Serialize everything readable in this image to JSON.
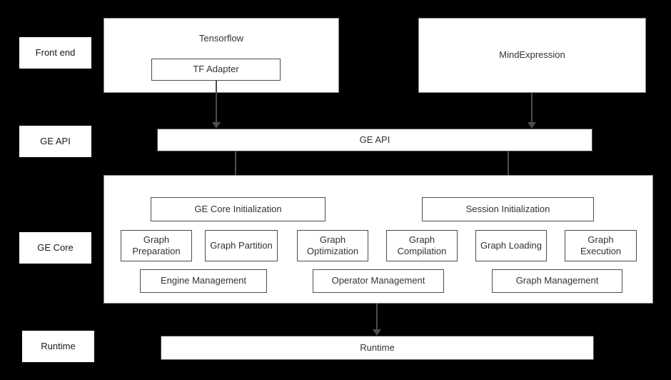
{
  "side_labels": {
    "front_end": "Front end",
    "ge_api": "GE API",
    "ge_core": "GE Core",
    "runtime": "Runtime"
  },
  "front_end": {
    "tensorflow": {
      "title": "Tensorflow",
      "adapter": "TF Adapter"
    },
    "mind_expression": {
      "title": "MindExpression"
    }
  },
  "ge_api": {
    "title": "GE API"
  },
  "ge_core": {
    "init": [
      "GE Core Initialization",
      "Session Initialization"
    ],
    "modules": [
      "Graph Preparation",
      "Graph Partition",
      "Graph Optimization",
      "Graph Compilation",
      "Graph Loading",
      "Graph Execution"
    ],
    "management": [
      "Engine Management",
      "Operator Management",
      "Graph Management"
    ]
  },
  "runtime": {
    "title": "Runtime"
  },
  "colors": {
    "background": "#000000",
    "box_fill": "#ffffff",
    "box_border": "#4d4d4d",
    "text": "#333333",
    "arrow": "#4d4d4d"
  }
}
